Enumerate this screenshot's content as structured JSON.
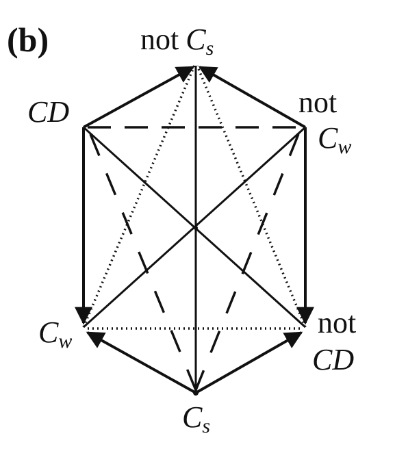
{
  "panel_label": "(b)",
  "nodes": {
    "not_cs": {
      "prefix": "not",
      "main": "C",
      "sub": "s"
    },
    "cd": {
      "text": "CD"
    },
    "not_cw": {
      "line1": "not",
      "main": "C",
      "sub": "w"
    },
    "cw": {
      "main": "C",
      "sub": "w"
    },
    "not_cd": {
      "line1": "not",
      "line2": "CD"
    },
    "cs": {
      "main": "C",
      "sub": "s"
    }
  },
  "colors": {
    "stroke": "#111111",
    "background": "#ffffff"
  }
}
